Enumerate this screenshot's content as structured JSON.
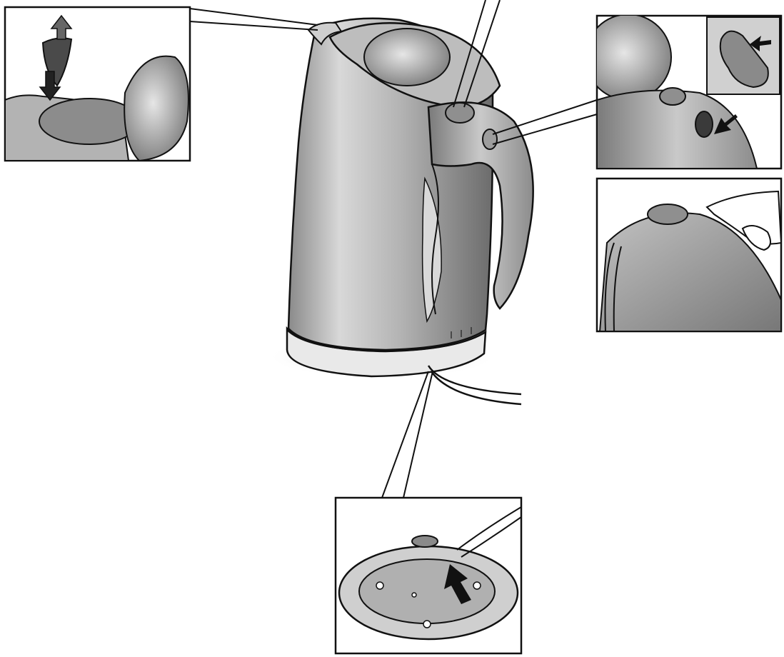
{
  "figure": {
    "kind": "product-illustration",
    "subject": "kettle",
    "printed_text": []
  },
  "colors": {
    "background": "#ffffff",
    "outline": "#111111",
    "body_light": "#d4d4d4",
    "body_mid": "#a9a9a9",
    "body_dark": "#6f6f6f",
    "accent_dark": "#3a3a3a"
  },
  "callouts": [
    {
      "id": "filter-detail",
      "shows": "removable-limescale-filter"
    },
    {
      "id": "lid-release-detail",
      "shows": "lid-release-button"
    },
    {
      "id": "switch-detail",
      "shows": "on-off-switch"
    },
    {
      "id": "base-detail",
      "shows": "cord-storage-base"
    }
  ]
}
